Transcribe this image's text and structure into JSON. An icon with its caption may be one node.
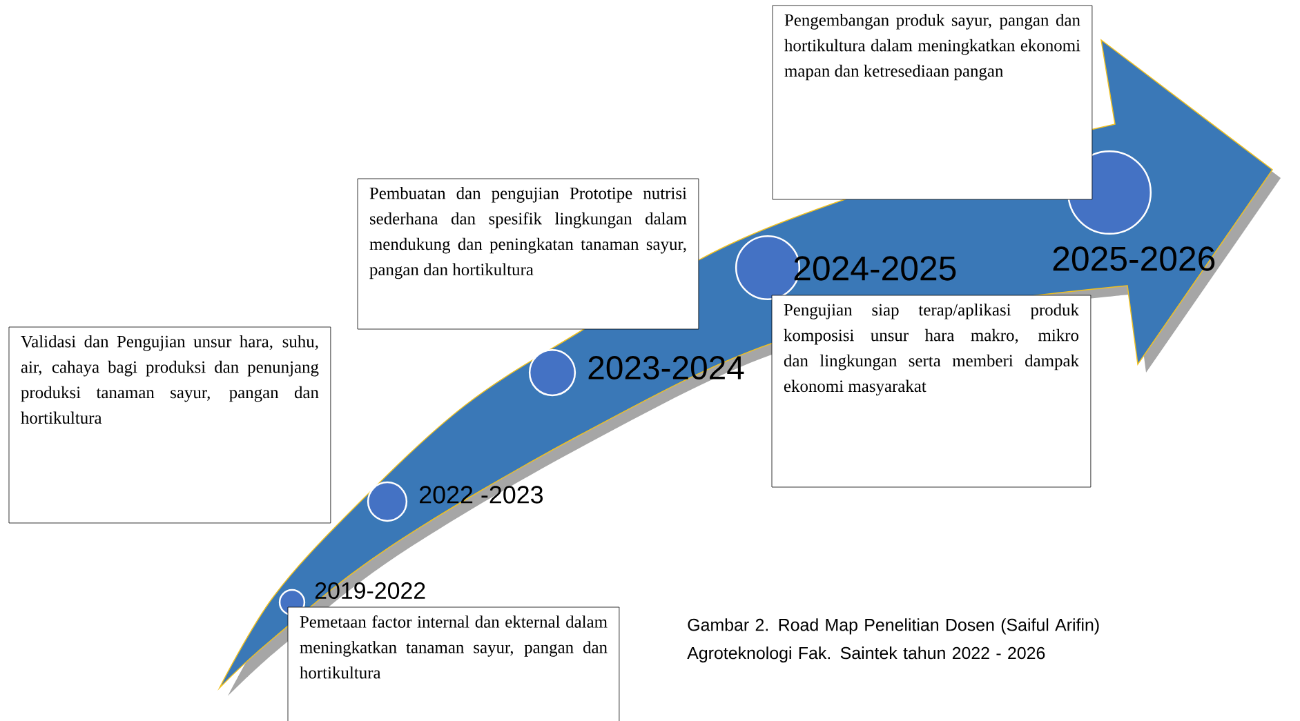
{
  "diagram": {
    "caption": "Gambar 2. Road Map Penelitian Dosen (Saiful Arifin) Agroteknologi Fak. Saintek  tahun 2022 - 2026",
    "nodes": [
      {
        "text": [],
        "shape": "circle",
        "beside": [
          "2019-2022"
        ]
      },
      {
        "text": [
          "Pemetaan factor internal dan ekternal dalam meningkatkan tanaman sayur, pangan dan hortikultura"
        ]
      },
      {
        "text": [],
        "shape": "circle",
        "beside": [
          "2022 -2023"
        ]
      },
      {
        "text": [
          "Validasi dan Pengujian unsur hara, suhu, air, cahaya bagi produksi dan penunjang produksi tanaman sayur, pangan dan hortikultura"
        ]
      },
      {
        "text": [],
        "shape": "circle",
        "beside": [
          "2023-2024"
        ]
      },
      {
        "text": [
          "Pembuatan dan pengujian Prototipe nutrisi sederhana dan spesifik lingkungan dalam mendukung dan peningkatan tanaman sayur, pangan dan hortikultura"
        ]
      },
      {
        "text": [],
        "shape": "circle",
        "beside": [
          "2024-2025"
        ]
      },
      {
        "text": [
          "Pengujian siap terap/aplikasi produk komposisi unsur hara makro, mikro dan lingkungan serta memberi dampak ekonomi masyarakat"
        ]
      },
      {
        "text": [],
        "shape": "circle",
        "beside": [
          "2025-2026"
        ]
      },
      {
        "text": [
          "Pengembangan produk sayur, pangan dan hortikultura dalam meningkatkan ekonomi mapan dan ketresediaan pangan"
        ]
      }
    ]
  }
}
